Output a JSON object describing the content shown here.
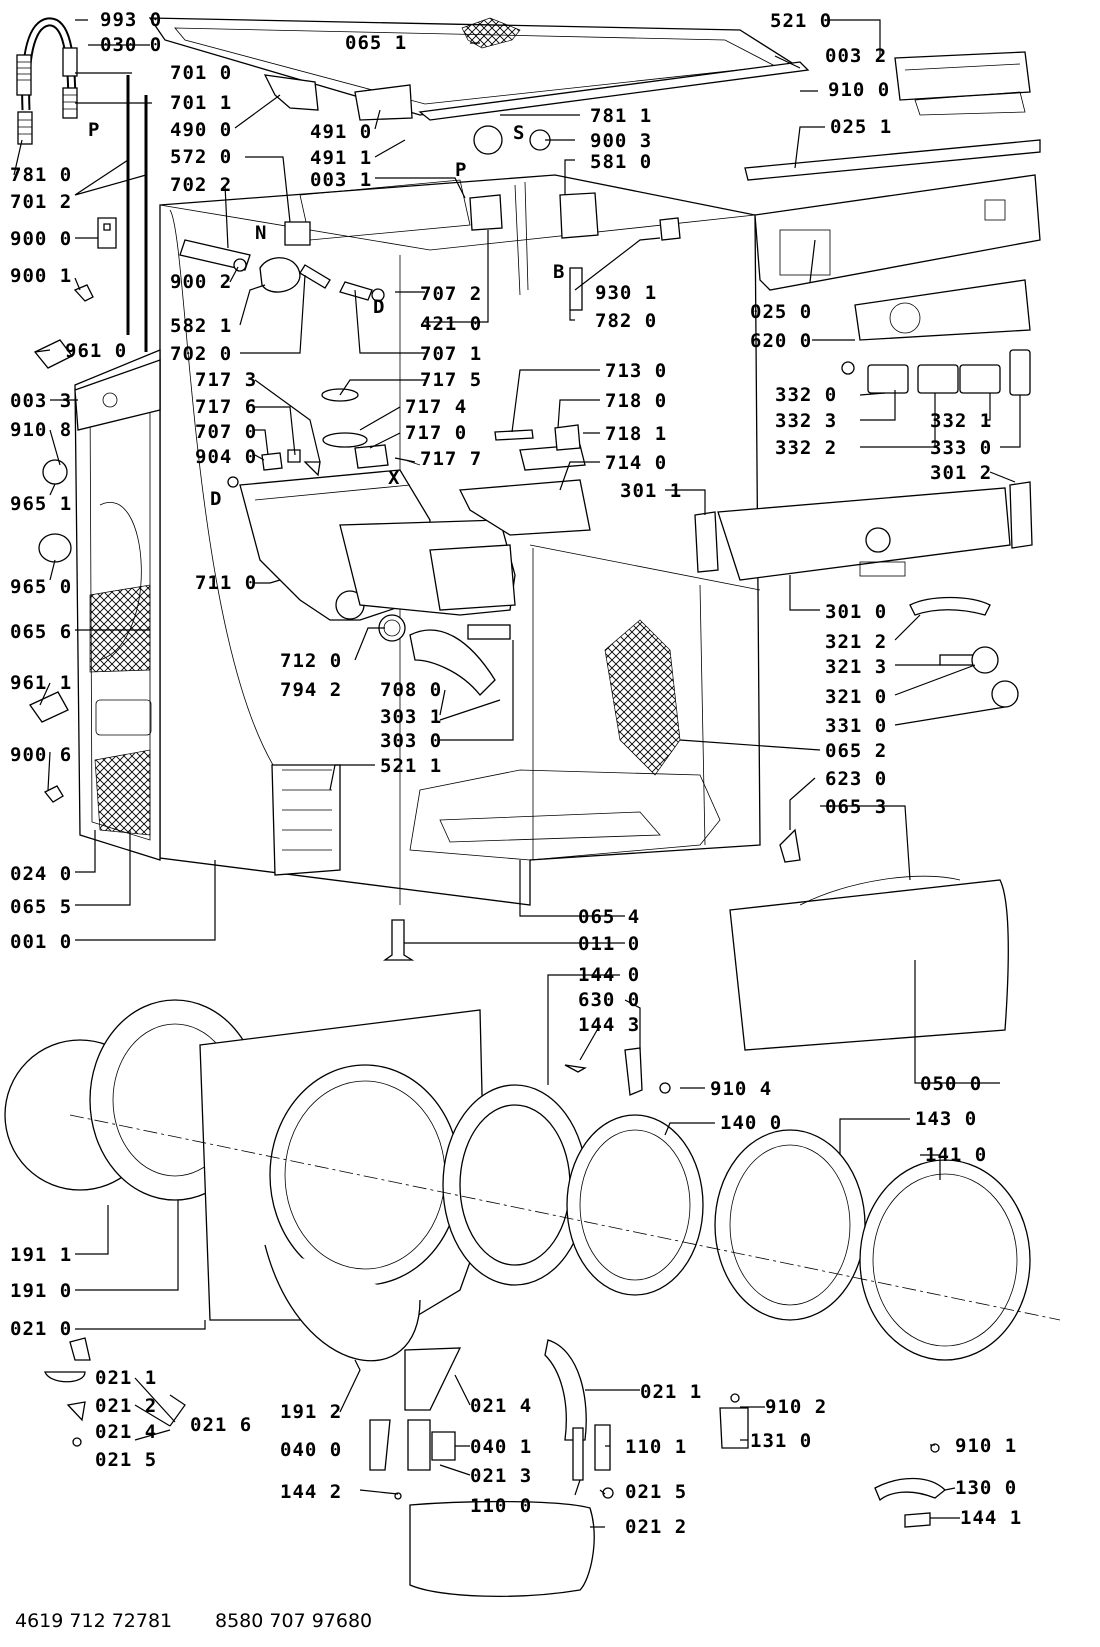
{
  "labels": [
    {
      "id": "993_0",
      "text": "993 0"
    },
    {
      "id": "030_0",
      "text": "030 0"
    },
    {
      "id": "065_1",
      "text": "065 1"
    },
    {
      "id": "701_0",
      "text": "701 0"
    },
    {
      "id": "701_1",
      "text": "701 1"
    },
    {
      "id": "490_0",
      "text": "490 0"
    },
    {
      "id": "572_0",
      "text": "572 0"
    },
    {
      "id": "702_2",
      "text": "702 2"
    },
    {
      "id": "781_0",
      "text": "781 0"
    },
    {
      "id": "701_2",
      "text": "701 2"
    },
    {
      "id": "900_0",
      "text": "900 0"
    },
    {
      "id": "900_1",
      "text": "900 1"
    },
    {
      "id": "900_2",
      "text": "900 2"
    },
    {
      "id": "961_0",
      "text": "961 0"
    },
    {
      "id": "003_3",
      "text": "003 3"
    },
    {
      "id": "910_8",
      "text": "910 8"
    },
    {
      "id": "965_1",
      "text": "965 1"
    },
    {
      "id": "965_0",
      "text": "965 0"
    },
    {
      "id": "065_6",
      "text": "065 6"
    },
    {
      "id": "961_1",
      "text": "961 1"
    },
    {
      "id": "900_6",
      "text": "900 6"
    },
    {
      "id": "024_0",
      "text": "024 0"
    },
    {
      "id": "065_5",
      "text": "065 5"
    },
    {
      "id": "001_0",
      "text": "001 0"
    },
    {
      "id": "491_0",
      "text": "491 0"
    },
    {
      "id": "491_1",
      "text": "491 1"
    },
    {
      "id": "003_1",
      "text": "003 1"
    },
    {
      "id": "781_1",
      "text": "781 1"
    },
    {
      "id": "900_3",
      "text": "900 3"
    },
    {
      "id": "581_0",
      "text": "581 0"
    },
    {
      "id": "003_2",
      "text": "003 2"
    },
    {
      "id": "910_0",
      "text": "910 0"
    },
    {
      "id": "521_0",
      "text": "521 0"
    },
    {
      "id": "025_1",
      "text": "025 1"
    },
    {
      "id": "025_0",
      "text": "025 0"
    },
    {
      "id": "620_0",
      "text": "620 0"
    },
    {
      "id": "707_2",
      "text": "707 2"
    },
    {
      "id": "421_0",
      "text": "421 0"
    },
    {
      "id": "930_1",
      "text": "930 1"
    },
    {
      "id": "782_0",
      "text": "782 0"
    },
    {
      "id": "582_1",
      "text": "582 1"
    },
    {
      "id": "702_0",
      "text": "702 0"
    },
    {
      "id": "707_1",
      "text": "707 1"
    },
    {
      "id": "717_3",
      "text": "717 3"
    },
    {
      "id": "717_5",
      "text": "717 5"
    },
    {
      "id": "717_6",
      "text": "717 6"
    },
    {
      "id": "717_4",
      "text": "717 4"
    },
    {
      "id": "707_0",
      "text": "707 0"
    },
    {
      "id": "717_0",
      "text": "717 0"
    },
    {
      "id": "904_0",
      "text": "904 0"
    },
    {
      "id": "717_7",
      "text": "717 7"
    },
    {
      "id": "713_0",
      "text": "713 0"
    },
    {
      "id": "718_0",
      "text": "718 0"
    },
    {
      "id": "718_1",
      "text": "718 1"
    },
    {
      "id": "714_0",
      "text": "714 0"
    },
    {
      "id": "301_1",
      "text": "301 1"
    },
    {
      "id": "301_2",
      "text": "301 2"
    },
    {
      "id": "332_0",
      "text": "332 0"
    },
    {
      "id": "332_3",
      "text": "332 3"
    },
    {
      "id": "332_2",
      "text": "332 2"
    },
    {
      "id": "332_1",
      "text": "332 1"
    },
    {
      "id": "333_0",
      "text": "333 0"
    },
    {
      "id": "711_0",
      "text": "711 0"
    },
    {
      "id": "712_0",
      "text": "712 0"
    },
    {
      "id": "794_2",
      "text": "794 2"
    },
    {
      "id": "708_0",
      "text": "708 0"
    },
    {
      "id": "303_1",
      "text": "303 1"
    },
    {
      "id": "303_0",
      "text": "303 0"
    },
    {
      "id": "301_0",
      "text": "301 0"
    },
    {
      "id": "321_2",
      "text": "321 2"
    },
    {
      "id": "321_3",
      "text": "321 3"
    },
    {
      "id": "321_0",
      "text": "321 0"
    },
    {
      "id": "331_0",
      "text": "331 0"
    },
    {
      "id": "065_2",
      "text": "065 2"
    },
    {
      "id": "521_1",
      "text": "521 1"
    },
    {
      "id": "623_0",
      "text": "623 0"
    },
    {
      "id": "065_3",
      "text": "065 3"
    },
    {
      "id": "065_4",
      "text": "065 4"
    },
    {
      "id": "011_0",
      "text": "011 0"
    },
    {
      "id": "144_0",
      "text": "144 0"
    },
    {
      "id": "630_0",
      "text": "630 0"
    },
    {
      "id": "144_3",
      "text": "144 3"
    },
    {
      "id": "910_4",
      "text": "910 4"
    },
    {
      "id": "050_0",
      "text": "050 0"
    },
    {
      "id": "140_0",
      "text": "140 0"
    },
    {
      "id": "143_0",
      "text": "143 0"
    },
    {
      "id": "141_0",
      "text": "141 0"
    },
    {
      "id": "191_1",
      "text": "191 1"
    },
    {
      "id": "191_0",
      "text": "191 0"
    },
    {
      "id": "021_0",
      "text": "021 0"
    },
    {
      "id": "021_1a",
      "text": "021 1"
    },
    {
      "id": "021_2a",
      "text": "021 2"
    },
    {
      "id": "021_4a",
      "text": "021 4"
    },
    {
      "id": "021_5a",
      "text": "021 5"
    },
    {
      "id": "021_6",
      "text": "021 6"
    },
    {
      "id": "191_2",
      "text": "191 2"
    },
    {
      "id": "021_4b",
      "text": "021 4"
    },
    {
      "id": "021_1b",
      "text": "021 1"
    },
    {
      "id": "910_2",
      "text": "910 2"
    },
    {
      "id": "040_0",
      "text": "040 0"
    },
    {
      "id": "040_1",
      "text": "040 1"
    },
    {
      "id": "110_1",
      "text": "110 1"
    },
    {
      "id": "131_0",
      "text": "131 0"
    },
    {
      "id": "021_3",
      "text": "021 3"
    },
    {
      "id": "910_1",
      "text": "910 1"
    },
    {
      "id": "144_2",
      "text": "144 2"
    },
    {
      "id": "110_0",
      "text": "110 0"
    },
    {
      "id": "021_5b",
      "text": "021 5"
    },
    {
      "id": "130_0",
      "text": "130 0"
    },
    {
      "id": "021_2b",
      "text": "021 2"
    },
    {
      "id": "144_1",
      "text": "144 1"
    }
  ],
  "letters": [
    {
      "id": "P1",
      "text": "P"
    },
    {
      "id": "P2",
      "text": "P"
    },
    {
      "id": "N",
      "text": "N"
    },
    {
      "id": "S",
      "text": "S"
    },
    {
      "id": "D1",
      "text": "D"
    },
    {
      "id": "D2",
      "text": "D"
    },
    {
      "id": "B",
      "text": "B"
    },
    {
      "id": "X",
      "text": "X"
    }
  ],
  "footer": {
    "left": "4619 712 72781",
    "right": "8580 707 97680"
  }
}
